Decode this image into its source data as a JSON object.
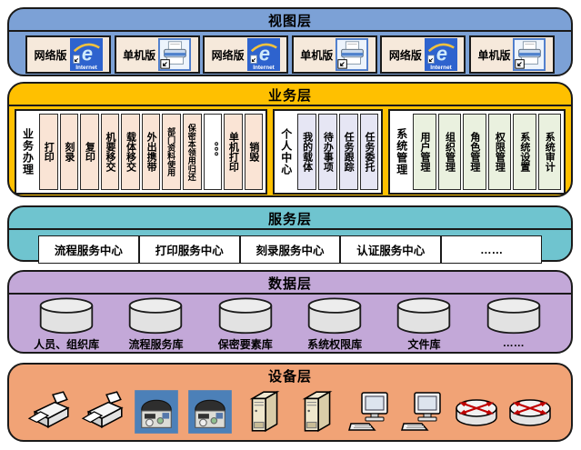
{
  "colors": {
    "view_layer_bg": "#7CA1D6",
    "business_layer_bg": "#FFC000",
    "service_layer_bg": "#6FC4CF",
    "data_layer_bg": "#C3A8D8",
    "device_layer_bg": "#F1A376",
    "view_item_bg": "#F6E9DB",
    "business_item_peach": "#FAE4D5",
    "business_item_lavender": "#E6E6F4",
    "business_item_green": "#EAF1DF",
    "ie_icon_bg": "#2E63CE",
    "cylinder_fill": "#E2E2E2"
  },
  "view_layer": {
    "title": "视图层",
    "items": [
      {
        "label": "网络版",
        "icon": "internet-explorer-icon",
        "caption": "Internet"
      },
      {
        "label": "单机版",
        "icon": "printer-shortcut-icon"
      },
      {
        "label": "网络版",
        "icon": "internet-explorer-icon",
        "caption": "Internet"
      },
      {
        "label": "单机版",
        "icon": "printer-shortcut-icon"
      },
      {
        "label": "网络版",
        "icon": "internet-explorer-icon",
        "caption": "Internet"
      },
      {
        "label": "单机版",
        "icon": "printer-shortcut-icon"
      }
    ]
  },
  "business_layer": {
    "title": "业务层",
    "groups": [
      {
        "label": "业务办理",
        "items": [
          "打印",
          "刻录",
          "复印",
          "机要移交",
          "载体移交",
          "外出携带",
          "部门资料使用",
          "保密本领用归还",
          "。。。",
          "单机打印",
          "销毁"
        ]
      },
      {
        "label": "个人中心",
        "items": [
          "我的载体",
          "待办事项",
          "任务跟踪",
          "任务委托"
        ]
      },
      {
        "label": "系统管理",
        "items": [
          "用户管理",
          "组织管理",
          "角色管理",
          "权限管理",
          "系统设置",
          "系统审计"
        ]
      }
    ]
  },
  "service_layer": {
    "title": "服务层",
    "items": [
      "流程服务中心",
      "打印服务中心",
      "刻录服务中心",
      "认证服务中心",
      "……"
    ]
  },
  "data_layer": {
    "title": "数据层",
    "databases": [
      "人员、组织库",
      "流程服务库",
      "保密要素库",
      "系统权限库",
      "文件库",
      "……"
    ]
  },
  "device_layer": {
    "title": "设备层",
    "devices": [
      "printer-icon",
      "printer-icon",
      "disc-burner-icon",
      "disc-burner-icon",
      "server-tower-icon",
      "server-tower-icon",
      "desktop-computer-icon",
      "desktop-computer-icon",
      "router-icon",
      "router-icon"
    ]
  }
}
